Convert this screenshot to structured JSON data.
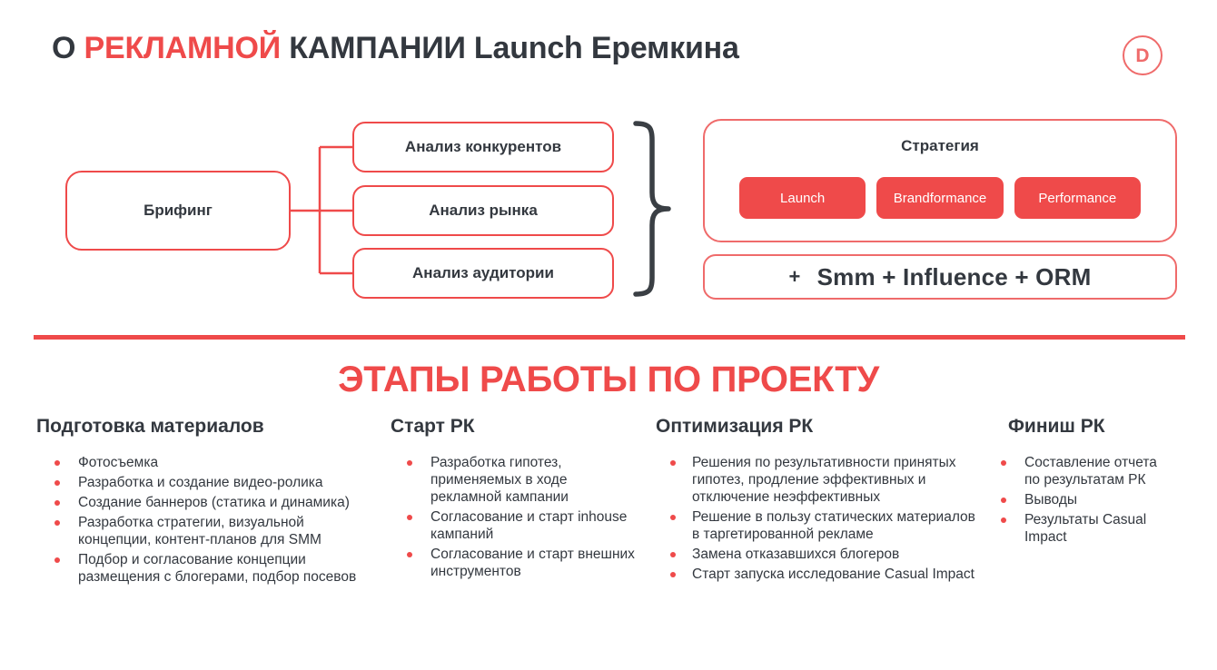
{
  "header": {
    "title_parts": [
      {
        "text": "О ",
        "accent": false
      },
      {
        "text": "РЕКЛАМНОЙ",
        "accent": true
      },
      {
        "text": " КАМПАНИИ Launch Еремкина",
        "accent": false
      }
    ],
    "title_plain": "О РЕКЛАМНОЙ КАМПАНИИ Launch Еремкина",
    "title_prefix": "О ",
    "title_accent": "РЕКЛАМНОЙ",
    "title_suffix": " КАМПАНИИ Launch Еремкина",
    "logo_letter": "D"
  },
  "diagram": {
    "root_label": "Брифинг",
    "branches": [
      {
        "label": "Анализ конкурентов"
      },
      {
        "label": "Анализ рынка"
      },
      {
        "label": "Анализ аудитории"
      }
    ],
    "brace_icon": "curly-brace-icon"
  },
  "strategy": {
    "title": "Стратегия",
    "chips": [
      {
        "label": "Launch"
      },
      {
        "label": "Brandformance"
      },
      {
        "label": "Performance"
      }
    ],
    "addons_lead": "+",
    "addons": "Smm + Influence + ORM"
  },
  "stages": {
    "section_title": "ЭТАПЫ РАБОТЫ ПО ПРОЕКТУ",
    "columns": [
      {
        "heading": "Подготовка материалов",
        "items": [
          "Фотосъемка",
          "Разработка и создание видео-ролика",
          "Создание баннеров (статика и динамика)",
          "Разработка стратегии, визуальной концепции, контент-планов для SMM",
          "Подбор и согласование концепции размещения с блогерами, подбор посевов"
        ]
      },
      {
        "heading": "Старт РК",
        "items": [
          "Разработка гипотез, применяемых в ходе рекламной кампании",
          "Согласование и старт inhouse кампаний",
          "Согласование и старт внешних инструментов"
        ]
      },
      {
        "heading": "Оптимизация РК",
        "items": [
          "Решения по результативности принятых гипотез, продление эффективных и отключение неэффективных",
          "Решение в пользу статических материалов в таргетированной рекламе",
          "Замена отказавшихся блогеров",
          "Старт запуска исследование Casual Impact"
        ]
      },
      {
        "heading": "Финиш РК",
        "items": [
          "Составление отчета по результатам РК",
          "Выводы",
          "Результаты Casual Impact"
        ]
      }
    ]
  },
  "colors": {
    "accent_red": "#ef4a4a",
    "soft_red": "#ef6b6b",
    "text_dark": "#33383f",
    "background": "#ffffff",
    "brace_dark": "#3a3f44"
  }
}
